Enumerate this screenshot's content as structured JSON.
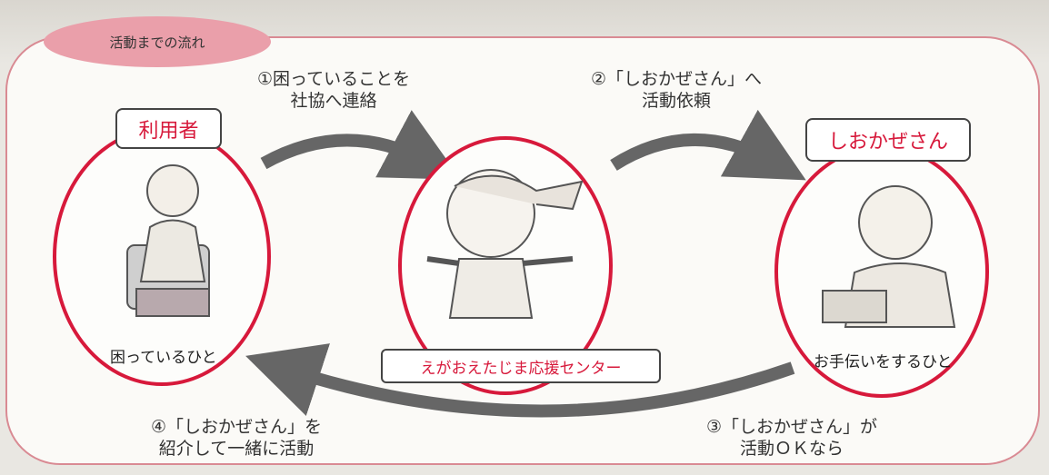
{
  "section_tab": "活動までの流れ",
  "nodes": {
    "user": {
      "label": "利用者",
      "caption": "困っているひと"
    },
    "center": {
      "label": "えがおえたじま応援センター"
    },
    "helper": {
      "label": "しおかぜさん",
      "caption": "お手伝いをするひと"
    }
  },
  "steps": {
    "step1": [
      "①困っていることを",
      "社協へ連絡"
    ],
    "step2": [
      "②「しおかぜさん」へ",
      "活動依頼"
    ],
    "step3": [
      "③「しおかぜさん」が",
      "活動ＯＫなら"
    ],
    "step4": [
      "④「しおかぜさん」を",
      "紹介して一緒に活動"
    ]
  },
  "colors": {
    "accent": "#d7193b",
    "tab": "#ea9faa",
    "frame": "#d98a93",
    "arrow": "#666666"
  }
}
